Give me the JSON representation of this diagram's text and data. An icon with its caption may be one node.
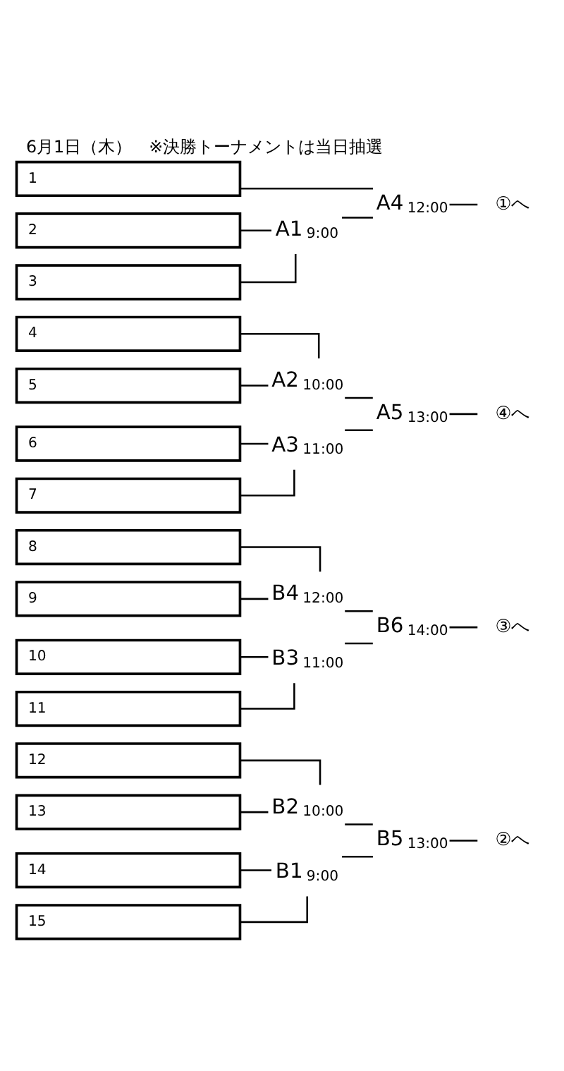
{
  "diagram": {
    "title": "6月1日（木）　※決勝トーナメントは当日抽選",
    "nodes": [
      {
        "text": [
          "1"
        ]
      },
      {
        "text": [
          "2"
        ]
      },
      {
        "text": [
          "3"
        ]
      },
      {
        "text": [
          "4"
        ]
      },
      {
        "text": [
          "5"
        ]
      },
      {
        "text": [
          "6"
        ]
      },
      {
        "text": [
          "7"
        ]
      },
      {
        "text": [
          "8"
        ]
      },
      {
        "text": [
          "9"
        ]
      },
      {
        "text": [
          "10"
        ]
      },
      {
        "text": [
          "11"
        ]
      },
      {
        "text": [
          "12"
        ]
      },
      {
        "text": [
          "13"
        ]
      },
      {
        "text": [
          "14"
        ]
      },
      {
        "text": [
          "15"
        ]
      },
      {
        "text": [
          "A4"
        ],
        "beside": [
          "12:00"
        ]
      },
      {
        "text": [
          "A1"
        ],
        "beside": [
          "9:00"
        ]
      },
      {
        "text": [
          "A2"
        ],
        "beside": [
          "10:00"
        ]
      },
      {
        "text": [
          "A5"
        ],
        "beside": [
          "13:00"
        ]
      },
      {
        "text": [
          "A3"
        ],
        "beside": [
          "11:00"
        ]
      },
      {
        "text": [
          "B4"
        ],
        "beside": [
          "12:00"
        ]
      },
      {
        "text": [
          "B6"
        ],
        "beside": [
          "14:00"
        ]
      },
      {
        "text": [
          "B3"
        ],
        "beside": [
          "11:00"
        ]
      },
      {
        "text": [
          "B2"
        ],
        "beside": [
          "10:00"
        ]
      },
      {
        "text": [
          "B5"
        ],
        "beside": [
          "13:00"
        ]
      },
      {
        "text": [
          "B1"
        ],
        "beside": [
          "9:00"
        ]
      },
      {
        "text": [
          "①へ"
        ]
      },
      {
        "text": [
          "④へ"
        ]
      },
      {
        "text": [
          "③へ"
        ]
      },
      {
        "text": [
          "②へ"
        ]
      }
    ],
    "edges": [
      {
        "from": 0,
        "to": 15,
        "arrow": "none"
      },
      {
        "from": 1,
        "to": 16,
        "arrow": "none"
      },
      {
        "from": 2,
        "to": 16,
        "arrow": "none"
      },
      {
        "from": 16,
        "to": 15,
        "arrow": "none"
      },
      {
        "from": 15,
        "to": 26,
        "arrow": "none"
      },
      {
        "from": 3,
        "to": 17,
        "arrow": "none"
      },
      {
        "from": 4,
        "to": 17,
        "arrow": "none"
      },
      {
        "from": 5,
        "to": 19,
        "arrow": "none"
      },
      {
        "from": 6,
        "to": 19,
        "arrow": "none"
      },
      {
        "from": 17,
        "to": 18,
        "arrow": "none"
      },
      {
        "from": 19,
        "to": 18,
        "arrow": "none"
      },
      {
        "from": 18,
        "to": 27,
        "arrow": "none"
      },
      {
        "from": 7,
        "to": 20,
        "arrow": "none"
      },
      {
        "from": 8,
        "to": 20,
        "arrow": "none"
      },
      {
        "from": 9,
        "to": 22,
        "arrow": "none"
      },
      {
        "from": 10,
        "to": 22,
        "arrow": "none"
      },
      {
        "from": 20,
        "to": 21,
        "arrow": "none"
      },
      {
        "from": 22,
        "to": 21,
        "arrow": "none"
      },
      {
        "from": 21,
        "to": 28,
        "arrow": "none"
      },
      {
        "from": 11,
        "to": 23,
        "arrow": "none"
      },
      {
        "from": 12,
        "to": 23,
        "arrow": "none"
      },
      {
        "from": 13,
        "to": 25,
        "arrow": "none"
      },
      {
        "from": 14,
        "to": 25,
        "arrow": "none"
      },
      {
        "from": 23,
        "to": 24,
        "arrow": "none"
      },
      {
        "from": 25,
        "to": 24,
        "arrow": "none"
      },
      {
        "from": 24,
        "to": 29,
        "arrow": "none"
      }
    ]
  }
}
